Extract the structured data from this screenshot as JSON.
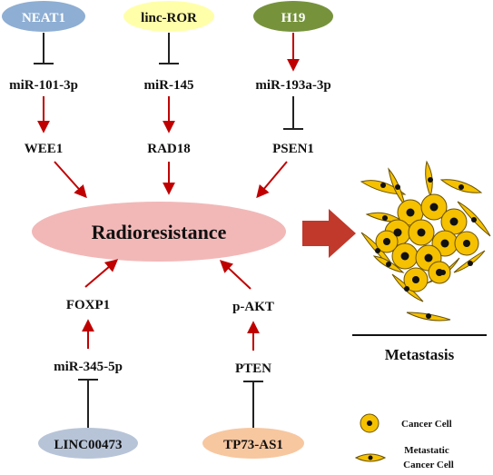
{
  "top_regulators": {
    "neat1": {
      "label": "NEAT1",
      "color": "#8EAED3",
      "text_color": "#ffffff"
    },
    "linc_ror": {
      "label": "linc-ROR",
      "color": "#FFFFAA",
      "text_color": "#111111"
    },
    "h19": {
      "label": "H19",
      "color": "#76933C",
      "text_color": "#ffffff"
    }
  },
  "mirnas_top": {
    "mir_101": "miR-101-3p",
    "mir_145": "miR-145",
    "mir_193a": "miR-193a-3p"
  },
  "targets_top": {
    "wee1": "WEE1",
    "rad18": "RAD18",
    "psen1": "PSEN1"
  },
  "central": {
    "label": "Radioresistance",
    "color": "#F2B8B8"
  },
  "bottom_left": {
    "foxp1": "FOXP1",
    "mir_345": "miR-345-5p",
    "linc00473": {
      "label": "LINC00473",
      "color": "#B7C4D8"
    }
  },
  "bottom_right": {
    "p_akt": "p-AKT",
    "pten": "PTEN",
    "tp73_as1": {
      "label": "TP73-AS1",
      "color": "#F7C7A0"
    }
  },
  "metastasis": {
    "label": "Metastasis"
  },
  "legend": {
    "cancer_cell": "Cancer  Cell",
    "metastatic_line1": "Metastatic",
    "metastatic_line2": "Cancer  Cell"
  },
  "colors": {
    "activation_arrow": "#C00000",
    "inhibition": "#222222",
    "cell_fill": "#F5C100",
    "cell_nucleus": "#111111",
    "big_arrow": "#C0392B"
  }
}
